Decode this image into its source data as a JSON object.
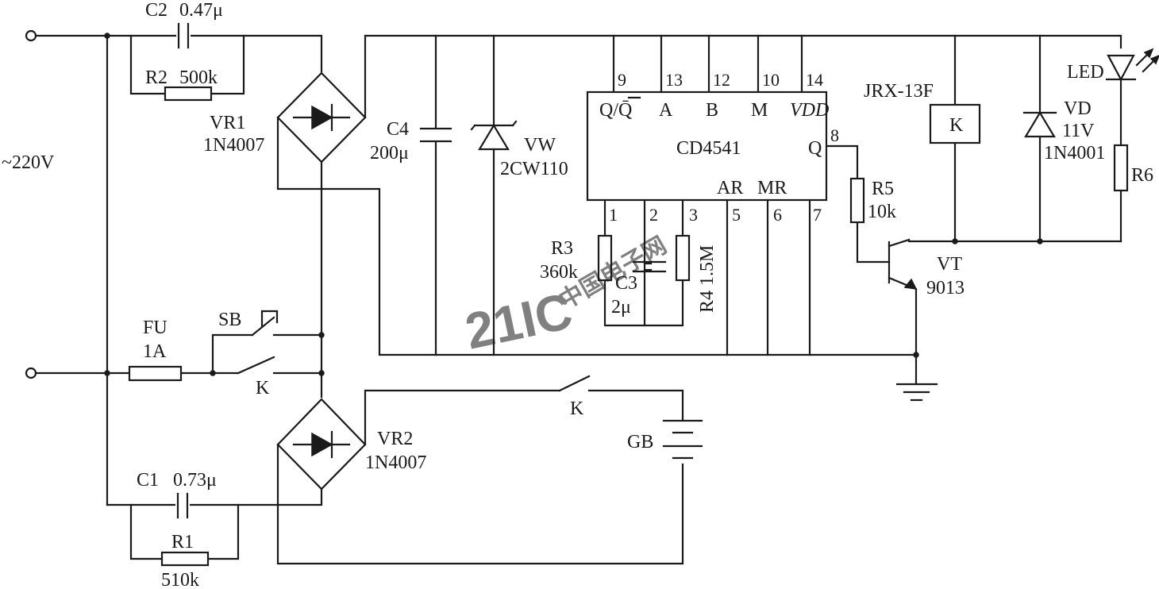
{
  "supply": {
    "voltage": "~220V"
  },
  "components": {
    "C2": {
      "ref": "C2",
      "value": "0.47μ"
    },
    "R2": {
      "ref": "R2",
      "value": "500k"
    },
    "VR1": {
      "ref": "VR1",
      "part": "1N4007"
    },
    "C4": {
      "ref": "C4",
      "value": "200μ"
    },
    "VW": {
      "ref": "VW",
      "part": "2CW110"
    },
    "IC": {
      "part": "CD4541",
      "top_pins": [
        "9",
        "13",
        "12",
        "10",
        "14"
      ],
      "top_names": [
        "Q/Q̄",
        "A",
        "B",
        "M",
        "VDD"
      ],
      "bottom_pins": [
        "1",
        "2",
        "3",
        "5",
        "6",
        "7"
      ],
      "bottom_names": [
        "AR",
        "MR"
      ],
      "right_pin": "8",
      "right_name": "Q"
    },
    "R3": {
      "ref": "R3",
      "value": "360k"
    },
    "C3": {
      "ref": "C3",
      "value": "2μ"
    },
    "R4": {
      "ref": "R4",
      "value": "1.5M"
    },
    "R5": {
      "ref": "R5",
      "value": "10k"
    },
    "VT": {
      "ref": "VT",
      "part": "9013"
    },
    "relay": {
      "part": "JRX-13F",
      "coil": "K"
    },
    "VD": {
      "ref": "VD",
      "value": "11V",
      "part": "1N4001"
    },
    "LED": {
      "ref": "LED"
    },
    "R6": {
      "ref": "R6"
    },
    "FU": {
      "ref": "FU",
      "value": "1A"
    },
    "SB": {
      "ref": "SB"
    },
    "K_switch1": {
      "ref": "K"
    },
    "K_switch2": {
      "ref": "K"
    },
    "GB": {
      "ref": "GB"
    },
    "VR2": {
      "ref": "VR2",
      "part": "1N4007"
    },
    "C1": {
      "ref": "C1",
      "value": "0.73μ"
    },
    "R1": {
      "ref": "R1",
      "value": "510k"
    }
  },
  "watermark": {
    "brand": "21IC",
    "text": "中国电子网"
  }
}
